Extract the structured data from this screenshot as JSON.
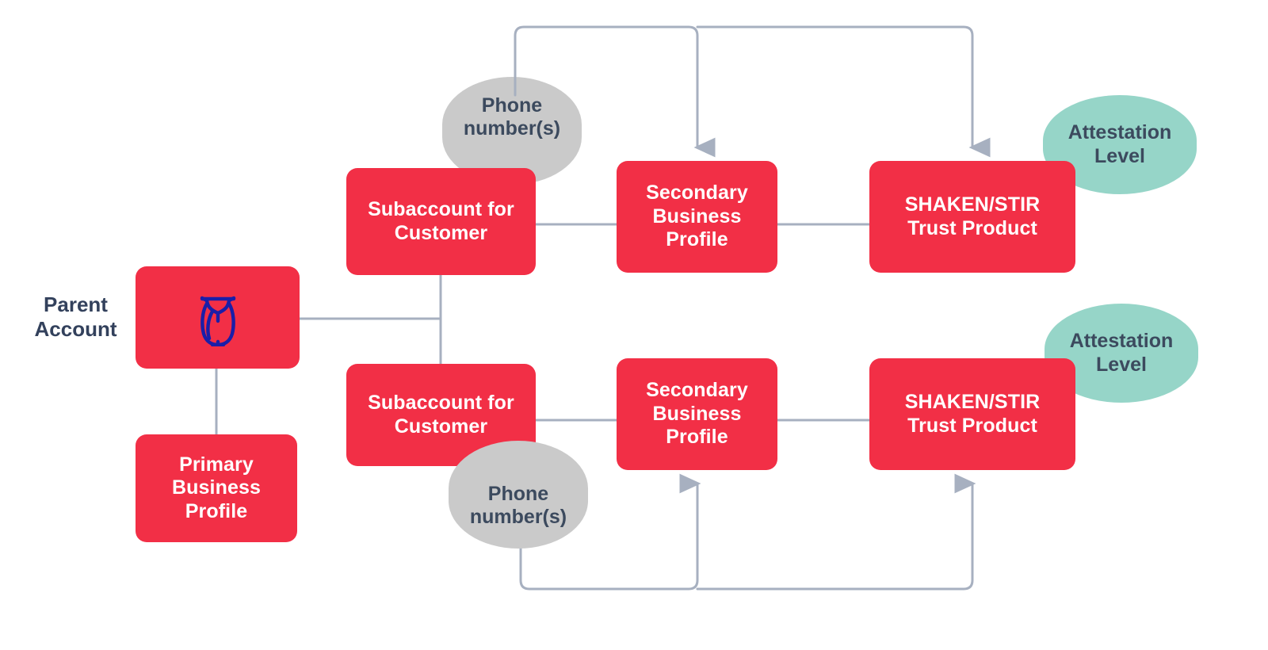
{
  "diagram": {
    "title": "Twilio parent account / subaccount SHAKEN-STIR trust hierarchy",
    "background_color": "#FFFFFF",
    "palette": {
      "red": "#F22F46",
      "gray": "#CACACA",
      "teal": "#96D5C8",
      "connector": "#A7B0C0",
      "dark_text": "#33415C",
      "owl_navy": "#1B1EA8"
    }
  },
  "labels": {
    "parent_account": "Parent\nAccount"
  },
  "nodes": {
    "parent_account_box": {
      "label": "",
      "icon": "owl-icon",
      "type": "red"
    },
    "primary_business_profile": {
      "label": "Primary\nBusiness\nProfile",
      "type": "red"
    },
    "subaccount_top": {
      "label": "Subaccount for\nCustomer",
      "type": "red"
    },
    "subaccount_bottom": {
      "label": "Subaccount for\nCustomer",
      "type": "red"
    },
    "secondary_profile_top": {
      "label": "Secondary\nBusiness\nProfile",
      "type": "red"
    },
    "secondary_profile_bottom": {
      "label": "Secondary\nBusiness\nProfile",
      "type": "red"
    },
    "trust_product_top": {
      "label": "SHAKEN/STIR\nTrust Product",
      "type": "red"
    },
    "trust_product_bottom": {
      "label": "SHAKEN/STIR\nTrust Product",
      "type": "red"
    },
    "phone_numbers_top": {
      "label": "Phone\nnumber(s)",
      "type": "gray"
    },
    "phone_numbers_bottom": {
      "label": "Phone\nnumber(s)",
      "type": "gray"
    },
    "attestation_top": {
      "label": "Attestation\nLevel",
      "type": "teal"
    },
    "attestation_bottom": {
      "label": "Attestation\nLevel",
      "type": "teal"
    }
  },
  "edges": [
    {
      "from": "parent_account_box",
      "to": "subaccount_top",
      "arrow": false
    },
    {
      "from": "parent_account_box",
      "to": "subaccount_bottom",
      "arrow": false
    },
    {
      "from": "parent_account_box",
      "to": "primary_business_profile",
      "arrow": false
    },
    {
      "from": "subaccount_top",
      "to": "secondary_profile_top",
      "arrow": false
    },
    {
      "from": "secondary_profile_top",
      "to": "trust_product_top",
      "arrow": false
    },
    {
      "from": "subaccount_bottom",
      "to": "secondary_profile_bottom",
      "arrow": false
    },
    {
      "from": "secondary_profile_bottom",
      "to": "trust_product_bottom",
      "arrow": false
    },
    {
      "from": "phone_numbers_top",
      "to": "secondary_profile_top",
      "arrow": true
    },
    {
      "from": "phone_numbers_top",
      "to": "trust_product_top",
      "arrow": true
    },
    {
      "from": "phone_numbers_bottom",
      "to": "secondary_profile_bottom",
      "arrow": true
    },
    {
      "from": "phone_numbers_bottom",
      "to": "trust_product_bottom",
      "arrow": true
    }
  ]
}
